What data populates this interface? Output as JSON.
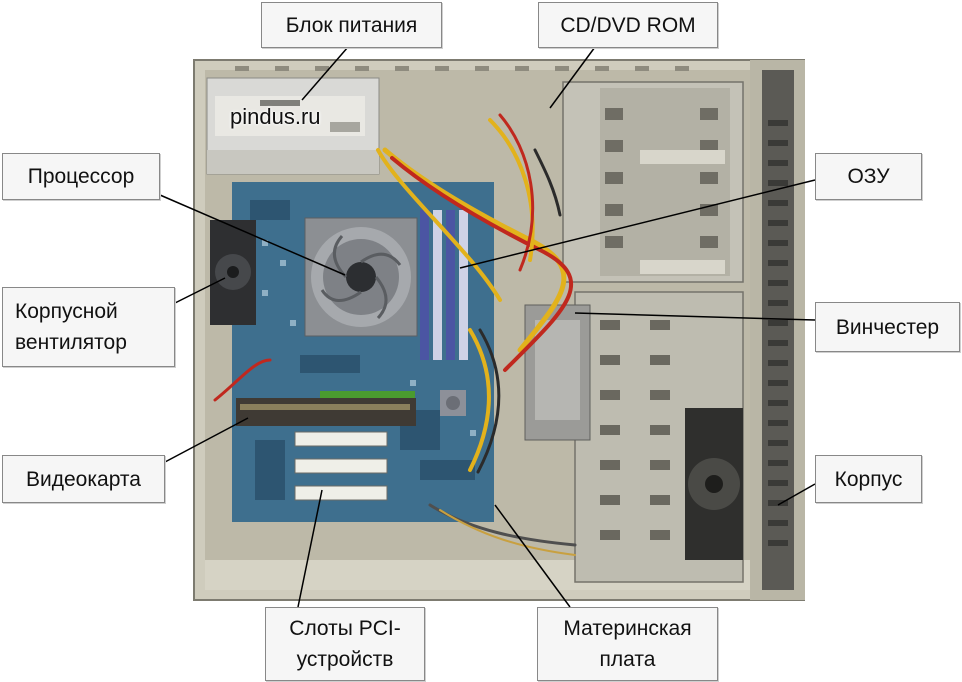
{
  "watermark": "pindus.ru",
  "labels": {
    "psu": "Блок питания",
    "cdrom": "CD/DVD ROM",
    "cpu": "Процессор",
    "ram": "ОЗУ",
    "case_fan": "Корпусной вентилятор",
    "hdd": "Винчестер",
    "gpu": "Видеокарта",
    "case": "Корпус",
    "pci": "Слоты PCI-устройств",
    "motherboard": "Материнская плата"
  },
  "colors": {
    "case_metal": "#c9c6b6",
    "motherboard": "#3e6f8e",
    "heatsink": "#8c8f93",
    "cable_yellow": "#e2b21c",
    "cable_red": "#c0281e",
    "callout_bg": "#f6f6f6",
    "pointer": "#000000"
  }
}
